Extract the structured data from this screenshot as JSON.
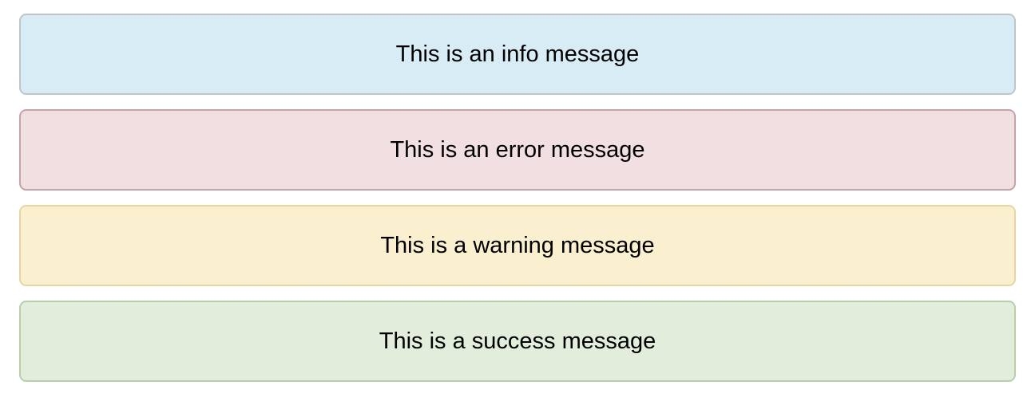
{
  "page": {
    "background": "#ffffff",
    "text_color": "#000000"
  },
  "alerts": [
    {
      "type": "info",
      "message": "This is an info message",
      "bg": "#d8ecf5",
      "border": "#c1c5c8"
    },
    {
      "type": "error",
      "message": "This is an error message",
      "bg": "#f2dfe2",
      "border": "#c4a4aa"
    },
    {
      "type": "warning",
      "message": "This is a warning message",
      "bg": "#faefce",
      "border": "#e6d4a2"
    },
    {
      "type": "success",
      "message": "This is a success message",
      "bg": "#e2eedb",
      "border": "#b9cfab"
    }
  ]
}
